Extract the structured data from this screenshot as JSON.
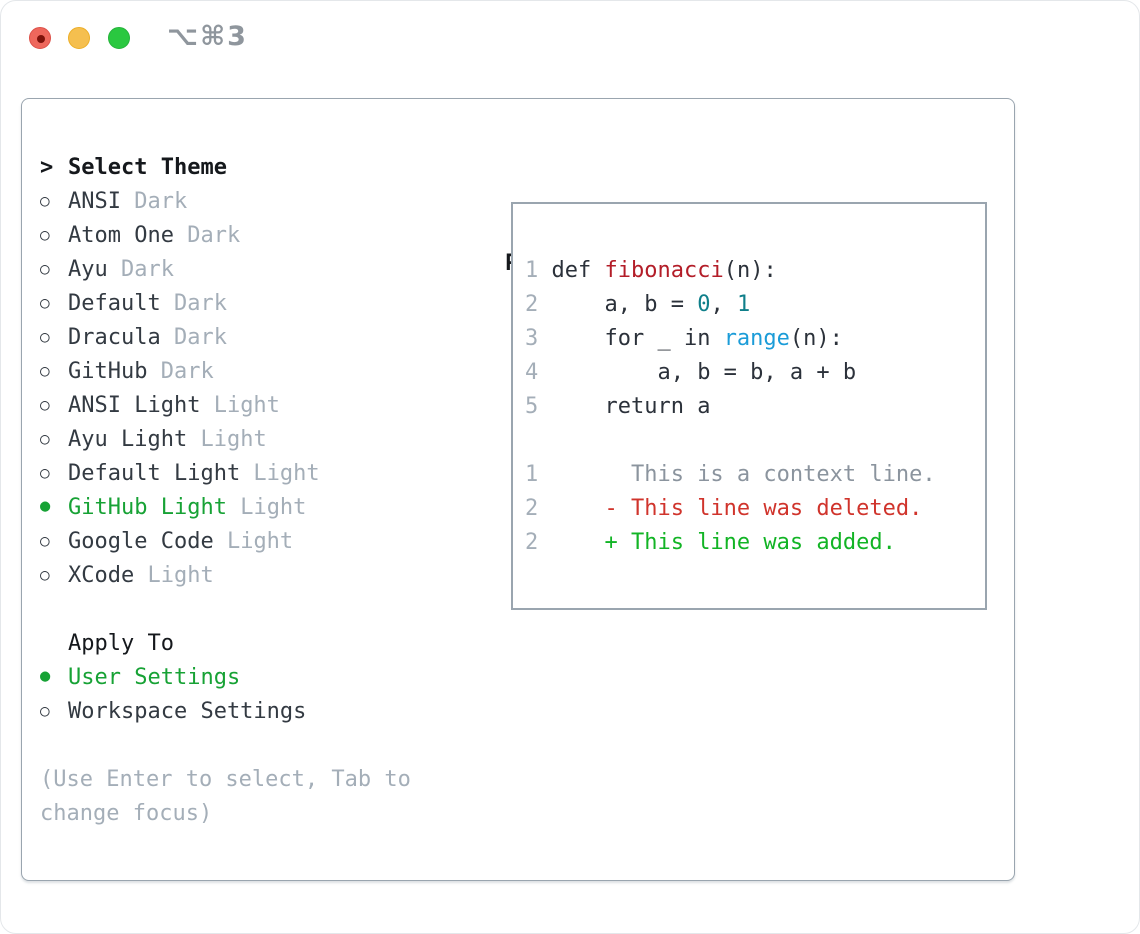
{
  "window": {
    "title": "⌥⌘3",
    "traffic_lights": [
      {
        "name": "close",
        "color": "#ee675c"
      },
      {
        "name": "minimize",
        "color": "#f5bf4f"
      },
      {
        "name": "zoom",
        "color": "#2ac840"
      }
    ]
  },
  "theme_list": {
    "header": {
      "marker": ">",
      "label": "Select Theme"
    },
    "items": [
      {
        "marker": "○",
        "name": "ANSI",
        "variant": "Dark",
        "selected": false
      },
      {
        "marker": "○",
        "name": "Atom One",
        "variant": "Dark",
        "selected": false
      },
      {
        "marker": "○",
        "name": "Ayu",
        "variant": "Dark",
        "selected": false
      },
      {
        "marker": "○",
        "name": "Default",
        "variant": "Dark",
        "selected": false
      },
      {
        "marker": "○",
        "name": "Dracula",
        "variant": "Dark",
        "selected": false
      },
      {
        "marker": "○",
        "name": "GitHub",
        "variant": "Dark",
        "selected": false
      },
      {
        "marker": "○",
        "name": "ANSI Light",
        "variant": "Light",
        "selected": false
      },
      {
        "marker": "○",
        "name": "Ayu Light",
        "variant": "Light",
        "selected": false
      },
      {
        "marker": "○",
        "name": "Default Light",
        "variant": "Light",
        "selected": false
      },
      {
        "marker": "●",
        "name": "GitHub Light",
        "variant": "Light",
        "selected": true
      },
      {
        "marker": "○",
        "name": "Google Code",
        "variant": "Light",
        "selected": false
      },
      {
        "marker": "○",
        "name": "XCode",
        "variant": "Light",
        "selected": false
      }
    ]
  },
  "apply_to": {
    "header": "Apply To",
    "options": [
      {
        "marker": "●",
        "name": "User Settings",
        "selected": true
      },
      {
        "marker": "○",
        "name": "Workspace Settings",
        "selected": false
      }
    ]
  },
  "help": {
    "line1": "(Use Enter to select, Tab to",
    "line2": "change focus)"
  },
  "preview": {
    "title": "Preview",
    "lines": [
      {
        "num": "1",
        "segments": [
          {
            "t": " def ",
            "c": "fg"
          },
          {
            "t": "fibonacci",
            "c": "func"
          },
          {
            "t": "(n):",
            "c": "fg"
          }
        ]
      },
      {
        "num": "2",
        "segments": [
          {
            "t": "     a, b = ",
            "c": "fg"
          },
          {
            "t": "0",
            "c": "num"
          },
          {
            "t": ", ",
            "c": "fg"
          },
          {
            "t": "1",
            "c": "num"
          }
        ]
      },
      {
        "num": "3",
        "segments": [
          {
            "t": "     for _ in ",
            "c": "fg"
          },
          {
            "t": "range",
            "c": "builtin"
          },
          {
            "t": "(n):",
            "c": "fg"
          }
        ]
      },
      {
        "num": "4",
        "segments": [
          {
            "t": "         a, b = b, a + b",
            "c": "fg"
          }
        ]
      },
      {
        "num": "5",
        "segments": [
          {
            "t": "     return a",
            "c": "fg"
          }
        ]
      },
      {
        "num": "",
        "segments": []
      },
      {
        "num": "1",
        "segments": [
          {
            "t": "       This is a context line.",
            "c": "ctx"
          }
        ]
      },
      {
        "num": "2",
        "segments": [
          {
            "t": "     - This line was deleted.",
            "c": "del"
          }
        ]
      },
      {
        "num": "2",
        "segments": [
          {
            "t": "     + This line was added.",
            "c": "add"
          }
        ]
      }
    ]
  },
  "colors": {
    "header": "#15181c",
    "text": "#333a42",
    "muted": "#a4aeb8",
    "selected_green": "#17a235",
    "border": "#9aa5af",
    "titlebar_text": "#8f969d",
    "light_red": "#ee675c",
    "light_red_dot": "#7e120b",
    "light_yellow": "#f5bf4f",
    "light_green": "#2ac840",
    "code_fg": "#2b313a",
    "linenum": "#a4aeb8",
    "func_red": "#b31d28",
    "number_teal": "#0f7f8a",
    "builtin_blue": "#1b9cd8",
    "context_gray": "#8b949e",
    "deleted_red": "#d0342c",
    "added_green": "#12b425"
  }
}
